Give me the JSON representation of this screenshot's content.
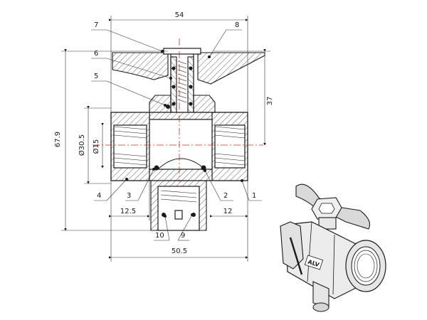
{
  "dimensions": {
    "overall_width": "54",
    "stem_height": "37",
    "overall_height": "67.9",
    "outer_diameter": "Ø30.5",
    "bore_diameter": "Ø15",
    "left_thread_length": "12.5",
    "right_thread_length": "12",
    "base_width": "50.5"
  },
  "callouts": [
    "1",
    "2",
    "3",
    "4",
    "5",
    "6",
    "7",
    "8",
    "9",
    "10"
  ],
  "product_label": "ALV"
}
